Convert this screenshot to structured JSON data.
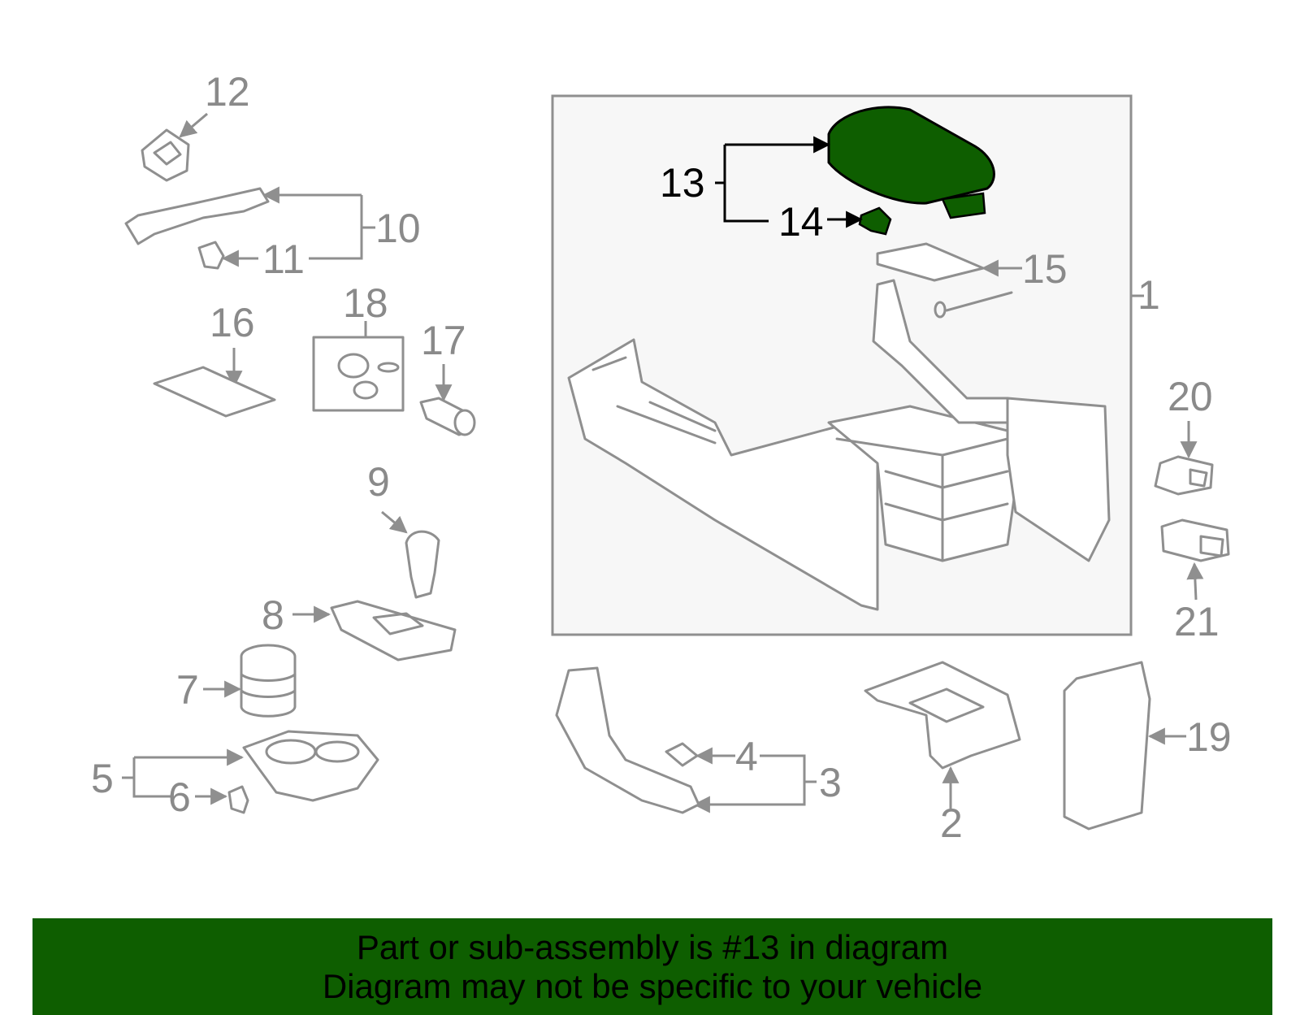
{
  "diagram": {
    "highlight_color": "#0e5e00",
    "callouts": {
      "c1": "1",
      "c2": "2",
      "c3": "3",
      "c4": "4",
      "c5": "5",
      "c6": "6",
      "c7": "7",
      "c8": "8",
      "c9": "9",
      "c10": "10",
      "c11": "11",
      "c12": "12",
      "c13": "13",
      "c14": "14",
      "c15": "15",
      "c16": "16",
      "c17": "17",
      "c18": "18",
      "c19": "19",
      "c20": "20",
      "c21": "21"
    },
    "highlighted_part": "13"
  },
  "banner": {
    "line1": "Part or sub-assembly is #13 in diagram",
    "line2": "Diagram may not be specific to your vehicle",
    "background": "#0e5e00"
  }
}
